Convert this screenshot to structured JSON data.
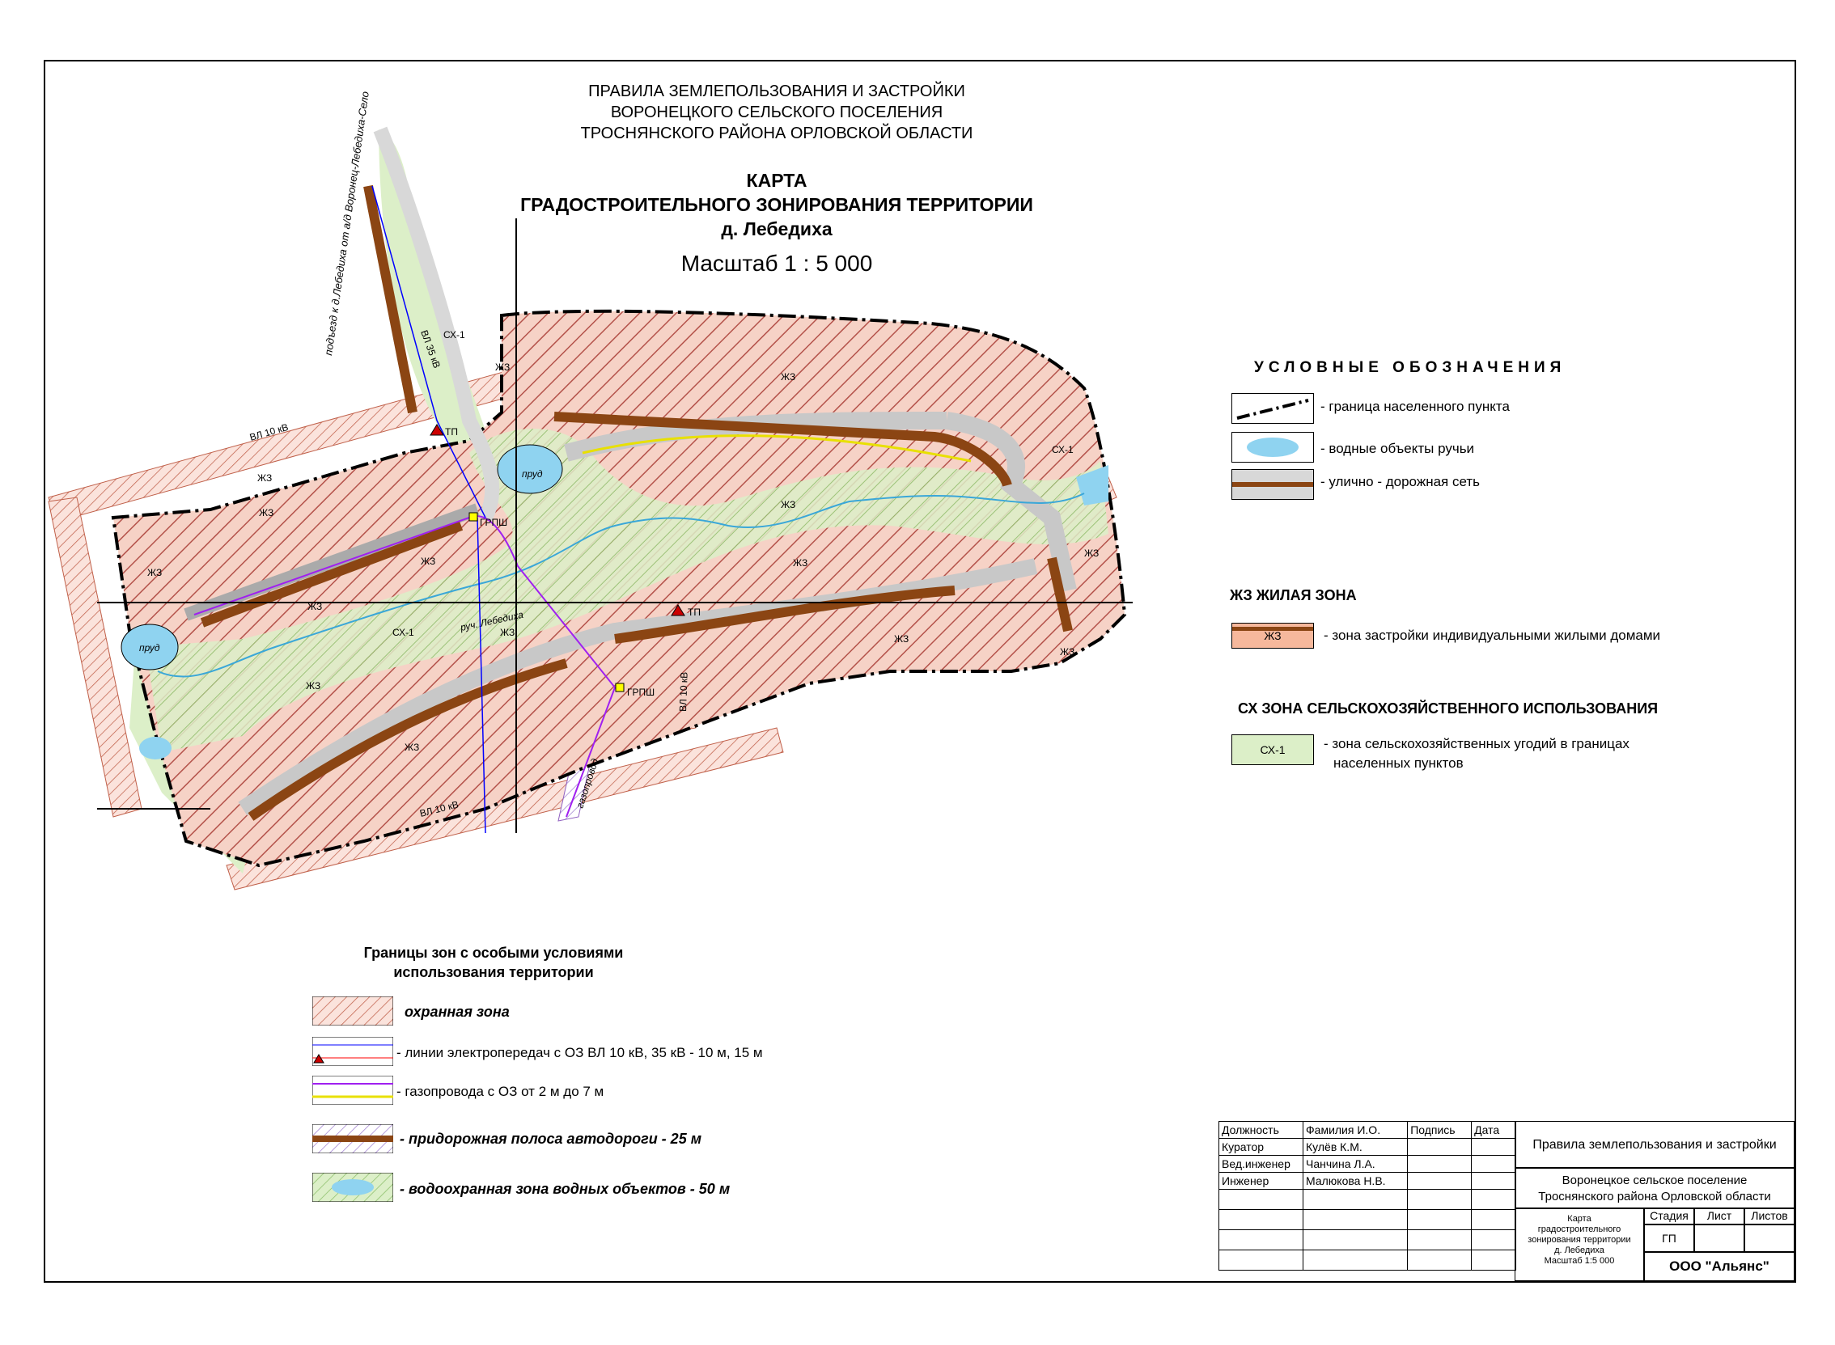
{
  "header": {
    "line1": "ПРАВИЛА ЗЕМЛЕПОЛЬЗОВАНИЯ И ЗАСТРОЙКИ",
    "line2": "ВОРОНЕЦКОГО СЕЛЬСКОГО ПОСЕЛЕНИЯ",
    "line3": "ТРОСНЯНСКОГО РАЙОНА ОРЛОВСКОЙ ОБЛАСТИ"
  },
  "title": {
    "line1": "КАРТА",
    "line2": "ГРАДОСТРОИТЕЛЬНОГО ЗОНИРОВАНИЯ ТЕРРИТОРИИ",
    "line3": "д. Лебедиха",
    "scale": "Масштаб 1 : 5 000"
  },
  "map_labels": {
    "road_name": "подъезд к д.Лебедиха от а/д Воронец-Лебедиха-Село",
    "vl35": "ВЛ 35 кВ",
    "vl10_top": "ВЛ 10 кВ",
    "vl10_bottom": "ВЛ 10 кВ",
    "vl10_mid": "ВЛ 10 кВ",
    "pond1": "пруд",
    "pond2": "пруд",
    "stream": "руч. Лебедиха",
    "gas": "газопровод",
    "tp1": "ТП",
    "tp2": "ТП",
    "grpsh1": "ГРПШ",
    "grpsh2": "ГРПШ",
    "zones": [
      "СХ-1",
      "ЖЗ",
      "ЖЗ",
      "ЖЗ",
      "ЖЗ",
      "ЖЗ",
      "ЖЗ",
      "ЖЗ",
      "ЖЗ",
      "ЖЗ",
      "ЖЗ",
      "ЖЗ",
      "ЖЗ",
      "СХ-1",
      "ЖЗ",
      "ЖЗ",
      "ЖЗ",
      "СХ-1"
    ]
  },
  "legend": {
    "title": "УСЛОВНЫЕ  ОБОЗНАЧЕНИЯ",
    "items": [
      "- граница населенного пункта",
      "- водные объекты ручьи",
      "- улично - дорожная сеть"
    ],
    "zh_heading": "ЖЗ ЖИЛАЯ ЗОНА",
    "zh_swatch": "ЖЗ",
    "zh_text": "- зона застройки индивидуальными жилыми домами",
    "sx_heading": "СХ  ЗОНА СЕЛЬСКОХОЗЯЙСТВЕННОГО ИСПОЛЬЗОВАНИЯ",
    "sx_swatch": "СХ-1",
    "sx_text1": "- зона сельскохозяйственных угодий в границах",
    "sx_text2": "населенных пунктов"
  },
  "special_zones": {
    "title1": "Границы зон с особыми условиями",
    "title2": "использования территории",
    "items": [
      "охранная зона",
      "- линии электропередач с ОЗ  ВЛ 10 кВ, 35 кВ - 10 м, 15 м",
      "- газопровода с ОЗ  от 2 м до 7 м",
      "- придорожная полоса автодороги  - 25 м",
      "- водоохранная зона водных объектов - 50 м"
    ]
  },
  "stamp": {
    "headers": [
      "Должность",
      "Фамилия И.О.",
      "Подпись",
      "Дата"
    ],
    "rows": [
      [
        "Куратор",
        "Кулёв К.М."
      ],
      [
        "Вед.инженер",
        "Чанчина Л.А."
      ],
      [
        "Инженер",
        "Малюкова Н.В."
      ]
    ],
    "project": "Правила землепользования и застройки",
    "org1": "Воронецкое сельское поселение",
    "org2": "Троснянского района  Орловской области",
    "sheet_title": [
      "Карта",
      "градостроительного",
      "зонирования территории",
      "д. Лебедиха",
      "Масштаб 1:5 000"
    ],
    "col_stage": "Стадия",
    "col_sheet": "Лист",
    "col_sheets": "Листов",
    "stage": "ГП",
    "company": "ООО \"Альянс\""
  },
  "colors": {
    "residential": "#f6d2c6",
    "hatch": "#b4524a",
    "agri": "#dcefc8",
    "water": "#8fd3f0",
    "road": "#c8c8c8",
    "roadside": "#8b4513"
  }
}
